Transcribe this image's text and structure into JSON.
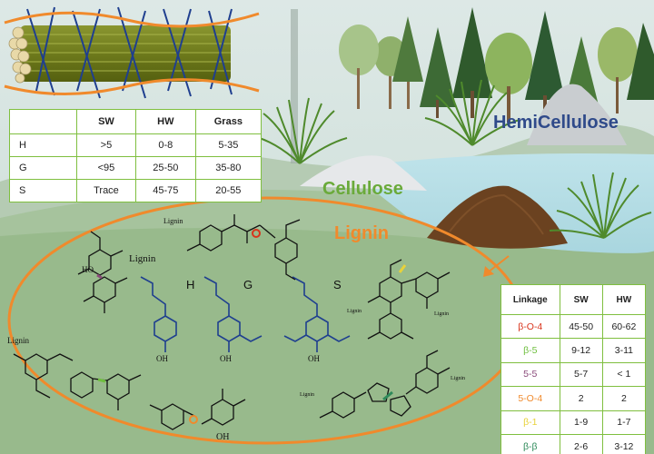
{
  "composition_table": {
    "headers": [
      "",
      "SW",
      "HW",
      "Grass"
    ],
    "rows": [
      {
        "label": "H",
        "sw": ">5",
        "hw": "0-8",
        "grass": "5-35"
      },
      {
        "label": "G",
        "sw": "<95",
        "hw": "25-50",
        "grass": "35-80"
      },
      {
        "label": "S",
        "sw": "Trace",
        "hw": "45-75",
        "grass": "20-55"
      }
    ]
  },
  "labels": {
    "hemicellulose": "HemiCellulose",
    "cellulose": "Cellulose",
    "lignin": "Lignin"
  },
  "monomers": {
    "h": "H",
    "g": "G",
    "s": "S"
  },
  "structure_text": {
    "lignin": "Lignin",
    "lignin_small": "Lignin",
    "oh": "OH",
    "ho": "HO"
  },
  "linkage_table": {
    "headers": [
      "Linkage",
      "SW",
      "HW"
    ],
    "rows": [
      {
        "linkage": "β-O-4",
        "sw": "45-50",
        "hw": "60-62",
        "color": "#d9341c"
      },
      {
        "linkage": "β-5",
        "sw": "9-12",
        "hw": "3-11",
        "color": "#6fbf3f"
      },
      {
        "linkage": "5-5",
        "sw": "5-7",
        "hw": "< 1",
        "color": "#8a4a7a"
      },
      {
        "linkage": "5-O-4",
        "sw": "2",
        "hw": "2",
        "color": "#f08a2c"
      },
      {
        "linkage": "β-1",
        "sw": "1-9",
        "hw": "1-7",
        "color": "#e8d23a"
      },
      {
        "linkage": "β-β",
        "sw": "2-6",
        "hw": "3-12",
        "color": "#2e8a5a"
      }
    ]
  },
  "colors": {
    "fiber_green": "#6e7a1c",
    "hemicellulose_blue": "#1f3f8f",
    "lignin_orange": "#f08a2c",
    "table_border": "#7fbf3f"
  }
}
